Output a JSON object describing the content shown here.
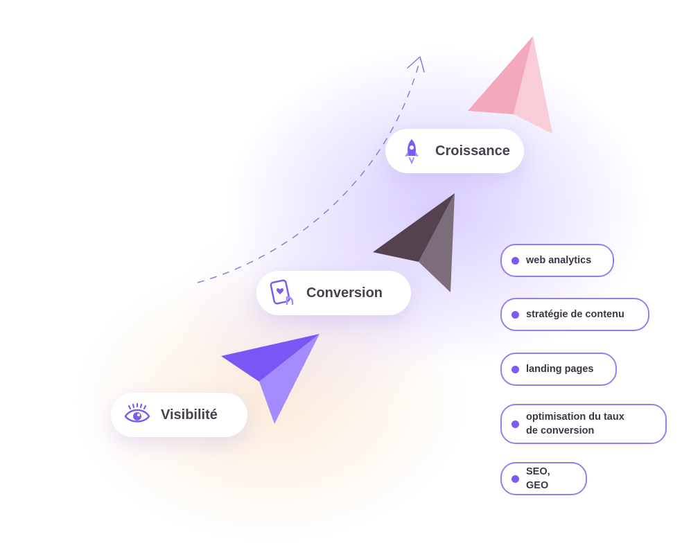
{
  "steps": [
    {
      "label": "Croissance",
      "icon": "rocket-icon"
    },
    {
      "label": "Conversion",
      "icon": "tablet-heart-icon"
    },
    {
      "label": "Visibilité",
      "icon": "eye-icon"
    }
  ],
  "tags": [
    {
      "label": "web analytics"
    },
    {
      "label": "stratégie de contenu"
    },
    {
      "label": "landing pages"
    },
    {
      "label": "optimisation du taux\nde conversion"
    },
    {
      "label": "SEO, GEO"
    }
  ],
  "colors": {
    "accent": "#7c5cf0",
    "tag_border": "#9b7cf0",
    "plane_pink": "#f5b4c4",
    "plane_dark": "#5b4a58",
    "plane_purple": "#7f5cf7",
    "text": "#4a3f4f"
  }
}
